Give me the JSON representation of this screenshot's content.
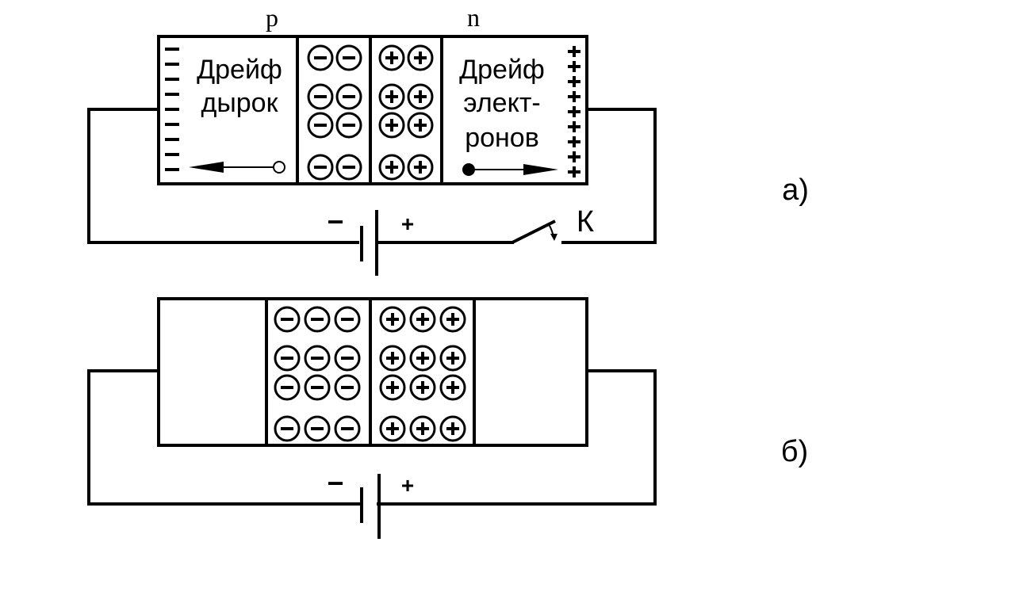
{
  "labels": {
    "p": "p",
    "n": "n",
    "hole_drift_line1": "Дрейф",
    "hole_drift_line2": "дырок",
    "electron_drift_line1": "Дрейф",
    "electron_drift_line2": "элект-",
    "electron_drift_line3": "ронов",
    "battery_minus": "−",
    "battery_plus": "+",
    "switch_label": "К",
    "caption_a": "а)",
    "caption_b": "б)"
  },
  "diagram_a": {
    "negative_ion_columns": 2,
    "positive_ion_columns": 2,
    "ion_rows": 4,
    "left_edge_minus_count": 9,
    "right_edge_plus_count": 9
  },
  "diagram_b": {
    "negative_ion_columns": 3,
    "positive_ion_columns": 3,
    "ion_rows": 4
  },
  "colors": {
    "stroke": "#000000",
    "background": "#ffffff"
  }
}
